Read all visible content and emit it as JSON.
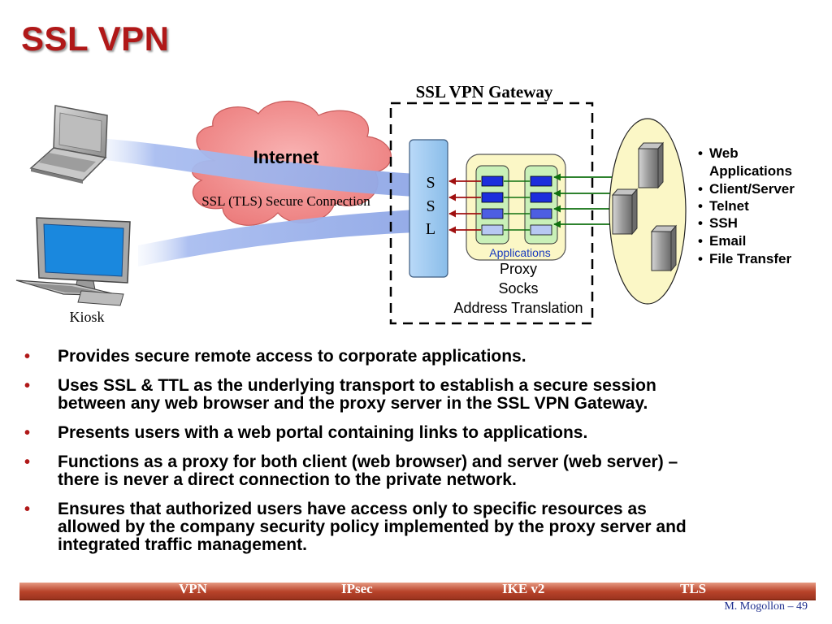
{
  "slide": {
    "title": "SSL VPN"
  },
  "diagram": {
    "gateway_title": "SSL VPN Gateway",
    "internet_label": "Internet",
    "connection_label": "SSL (TLS) Secure Connection",
    "ssl_letters": [
      "S",
      "S",
      "L"
    ],
    "app_box_label": "Applications",
    "proxy_functions": [
      "Proxy",
      "Socks",
      "Address Translation"
    ],
    "kiosk_label": "Kiosk",
    "server_apps": [
      "Web",
      "Applications",
      "Client/Server",
      "Telnet",
      "SSH",
      "Email",
      "File Transfer"
    ]
  },
  "bullets": [
    {
      "line1": "Provides secure remote access to corporate applications.",
      "line2": ""
    },
    {
      "line1": "Uses SSL & TTL as the underlying transport to establish a secure session",
      "line2": "between  any web browser and the proxy server in the SSL VPN Gateway."
    },
    {
      "line1": "Presents users with a web portal containing links to applications.",
      "line2": ""
    },
    {
      "line1": "Functions as a proxy for both client (web browser)  and server (web server)  –",
      "line2": "there is never a direct connection to the private network."
    },
    {
      "line1": "Ensures that authorized users have access only to specific resources as",
      "line2": "allowed by the company security policy implemented by the proxy server and",
      "line3": "integrated traffic management."
    }
  ],
  "footer": {
    "items": [
      "VPN",
      "IPsec",
      "IKE v2",
      "TLS"
    ],
    "page": "M. Mogollon – 49"
  },
  "colors": {
    "title": "#b01818",
    "footer": "#b8432a",
    "tunnel": "#9db2ea",
    "cloud": "#f08a8a",
    "ssl_box": "#9ec8f2",
    "app_box": "#fbf7c6",
    "server_oval": "#fbf7c6",
    "arrow_red": "#a01010",
    "arrow_green": "#107010"
  }
}
